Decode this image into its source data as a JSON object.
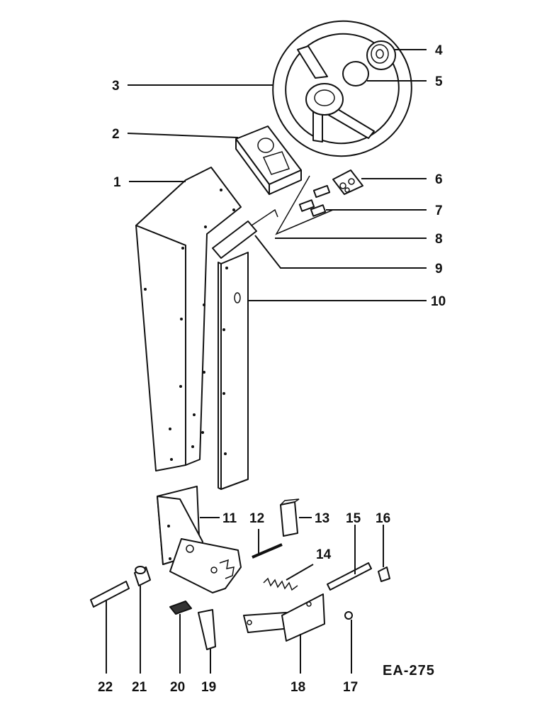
{
  "diagram": {
    "reference_code": "EA-275",
    "callouts": [
      "1",
      "2",
      "3",
      "4",
      "5",
      "6",
      "7",
      "8",
      "9",
      "10",
      "11",
      "12",
      "13",
      "14",
      "15",
      "16",
      "17",
      "18",
      "19",
      "20",
      "21",
      "22"
    ]
  }
}
